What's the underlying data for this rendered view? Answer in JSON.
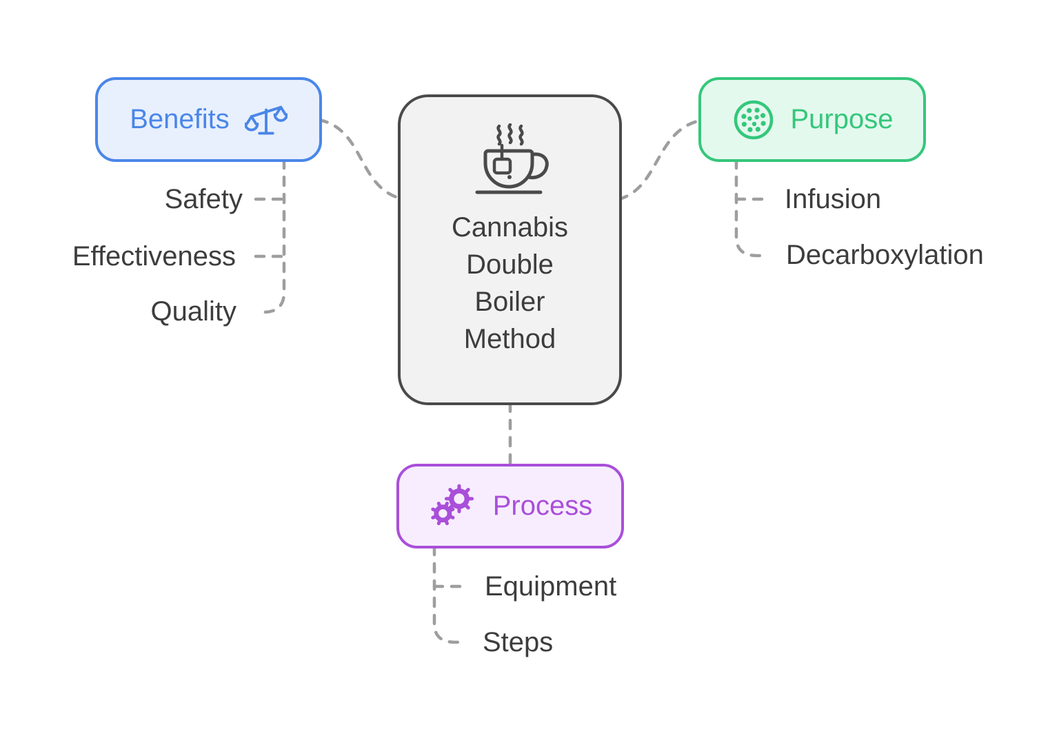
{
  "diagram": {
    "center": {
      "icon": "teacup-icon",
      "title": "Cannabis Double Boiler Method",
      "lines": [
        "Cannabis",
        "Double",
        "Boiler",
        "Method"
      ]
    },
    "branches": [
      {
        "label": "Benefits",
        "icon": "scale-icon",
        "accent_color": "#4a86e8",
        "fill_color": "#e8f0fe",
        "children": [
          "Safety",
          "Effectiveness",
          "Quality"
        ]
      },
      {
        "label": "Purpose",
        "icon": "dotted-circle-icon",
        "accent_color": "#34c77b",
        "fill_color": "#e4f9ee",
        "children": [
          "Infusion",
          "Decarboxylation"
        ]
      },
      {
        "label": "Process",
        "icon": "gears-icon",
        "accent_color": "#a94fd9",
        "fill_color": "#f8edfe",
        "children": [
          "Equipment",
          "Steps"
        ]
      }
    ],
    "center_border_color": "#4a4a4a",
    "text_color": "#3d3d3d",
    "connector_color": "#9e9e9e",
    "background_color": "#ffffff"
  }
}
